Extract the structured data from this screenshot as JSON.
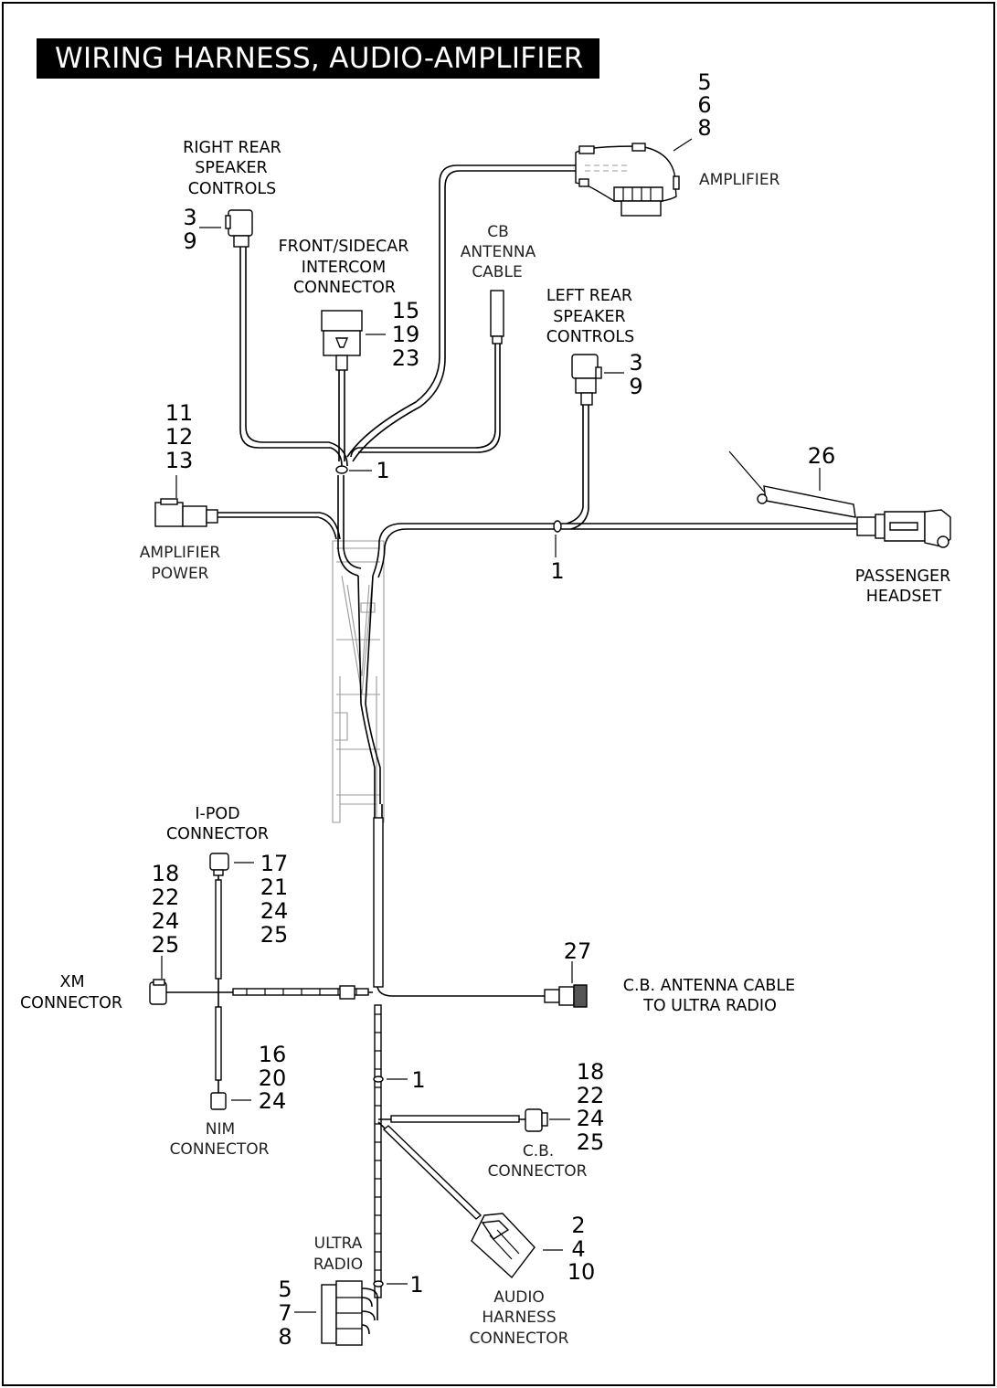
{
  "title": "WIRING HARNESS, AUDIO-AMPLIFIER",
  "labels": {
    "right_rear": [
      "RIGHT REAR",
      "SPEAKER",
      "CONTROLS"
    ],
    "front_sidecar": [
      "FRONT/SIDECAR",
      "INTERCOM",
      "CONNECTOR"
    ],
    "cb_antenna": [
      "CB",
      "ANTENNA",
      "CABLE"
    ],
    "amplifier": "AMPLIFIER",
    "left_rear": [
      "LEFT REAR",
      "SPEAKER",
      "CONTROLS"
    ],
    "amp_power": [
      "AMPLIFIER",
      "POWER"
    ],
    "passenger": [
      "PASSENGER",
      "HEADSET"
    ],
    "ipod": [
      "I-POD",
      "CONNECTOR"
    ],
    "xm": [
      "XM",
      "CONNECTOR"
    ],
    "cb_ultra": [
      "C.B. ANTENNA CABLE",
      "TO ULTRA RADIO"
    ],
    "nim": [
      "NIM",
      "CONNECTOR"
    ],
    "cb_connector": [
      "C.B.",
      "CONNECTOR"
    ],
    "ultra_radio": [
      "ULTRA",
      "RADIO"
    ],
    "audio_harness": [
      "AUDIO",
      "HARNESS",
      "CONNECTOR"
    ]
  },
  "callouts": {
    "amplifier": [
      "5",
      "6",
      "8"
    ],
    "right_rear": [
      "3",
      "9"
    ],
    "front_sidecar": [
      "15",
      "19",
      "23"
    ],
    "left_rear": [
      "3",
      "9"
    ],
    "amp_power": [
      "11",
      "12",
      "13"
    ],
    "clip_upper": "1",
    "clip_right": "1",
    "headset": "26",
    "ipod_left": [
      "18",
      "22",
      "24",
      "25"
    ],
    "ipod_right": [
      "17",
      "21",
      "24",
      "25"
    ],
    "cb_ultra": "27",
    "clip_mid": "1",
    "nim": [
      "16",
      "20",
      "24"
    ],
    "cb_connector": [
      "18",
      "22",
      "24",
      "25"
    ],
    "audio_harness": [
      "2",
      "4",
      "10"
    ],
    "ultra_radio": [
      "5",
      "7",
      "8"
    ],
    "clip_lower": "1"
  }
}
